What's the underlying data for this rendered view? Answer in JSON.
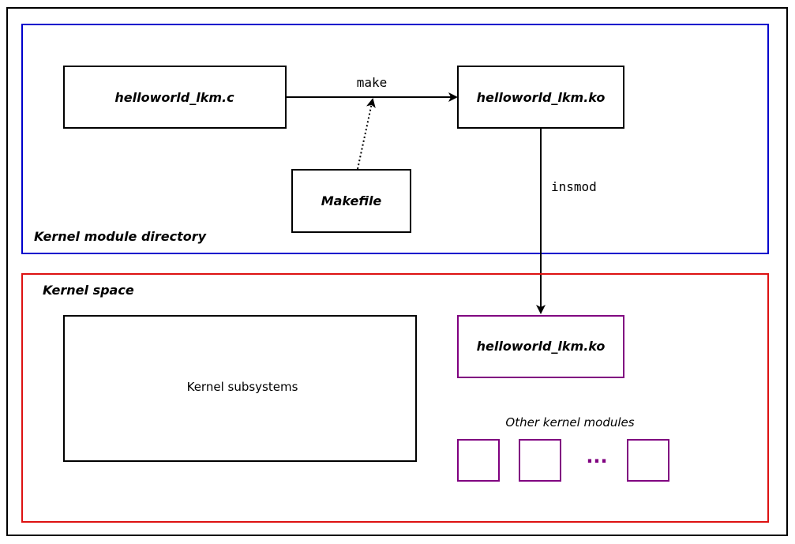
{
  "colors": {
    "frame": "#000000",
    "module_dir_border": "#0000cc",
    "kernel_space_border": "#dd1111",
    "module_box_border": "#800080"
  },
  "module_directory": {
    "label": "Kernel module directory",
    "source_file": "helloworld_lkm.c",
    "object_file": "helloworld_lkm.ko",
    "makefile": "Makefile",
    "make_label": "make"
  },
  "insmod_label": "insmod",
  "kernel_space": {
    "label": "Kernel space",
    "subsystems": "Kernel subsystems",
    "loaded_module": "helloworld_lkm.ko",
    "other_modules_label": "Other kernel modules",
    "ellipsis": "..."
  }
}
